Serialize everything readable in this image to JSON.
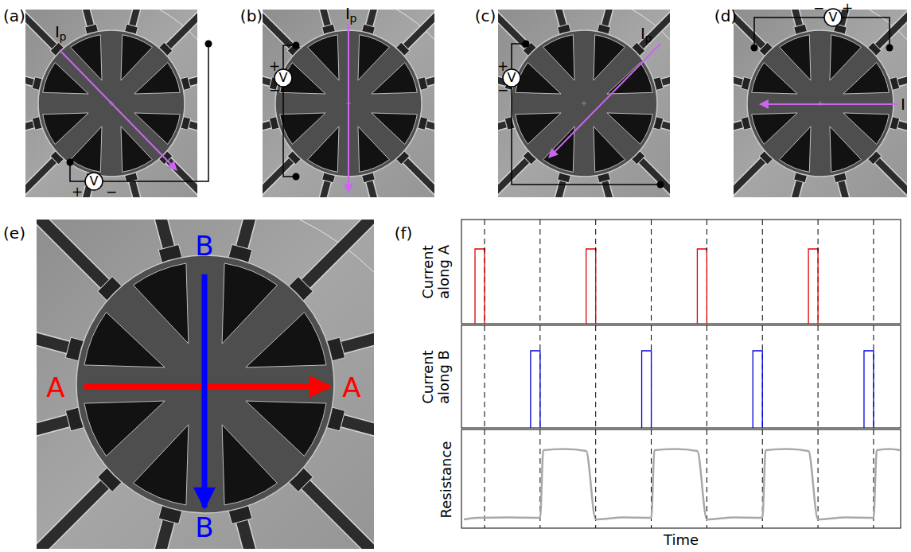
{
  "diagram": {
    "nodes": [
      {
        "text": [
          "V"
        ]
      },
      {
        "text": [
          "V"
        ]
      },
      {
        "text": [
          "V"
        ]
      },
      {
        "text": [
          "V"
        ]
      }
    ],
    "labels": [
      "(a)",
      "I",
      "p",
      "+",
      "−",
      "(b)",
      "I",
      "p",
      "+",
      "−",
      "(c)",
      "I",
      "p",
      "+",
      "−",
      "(d)",
      "−",
      "+",
      "I",
      "(e)",
      "A",
      "A",
      "B",
      "B",
      "(f)",
      "Current along A",
      "Current along B",
      "Resistance",
      "Time"
    ]
  }
}
